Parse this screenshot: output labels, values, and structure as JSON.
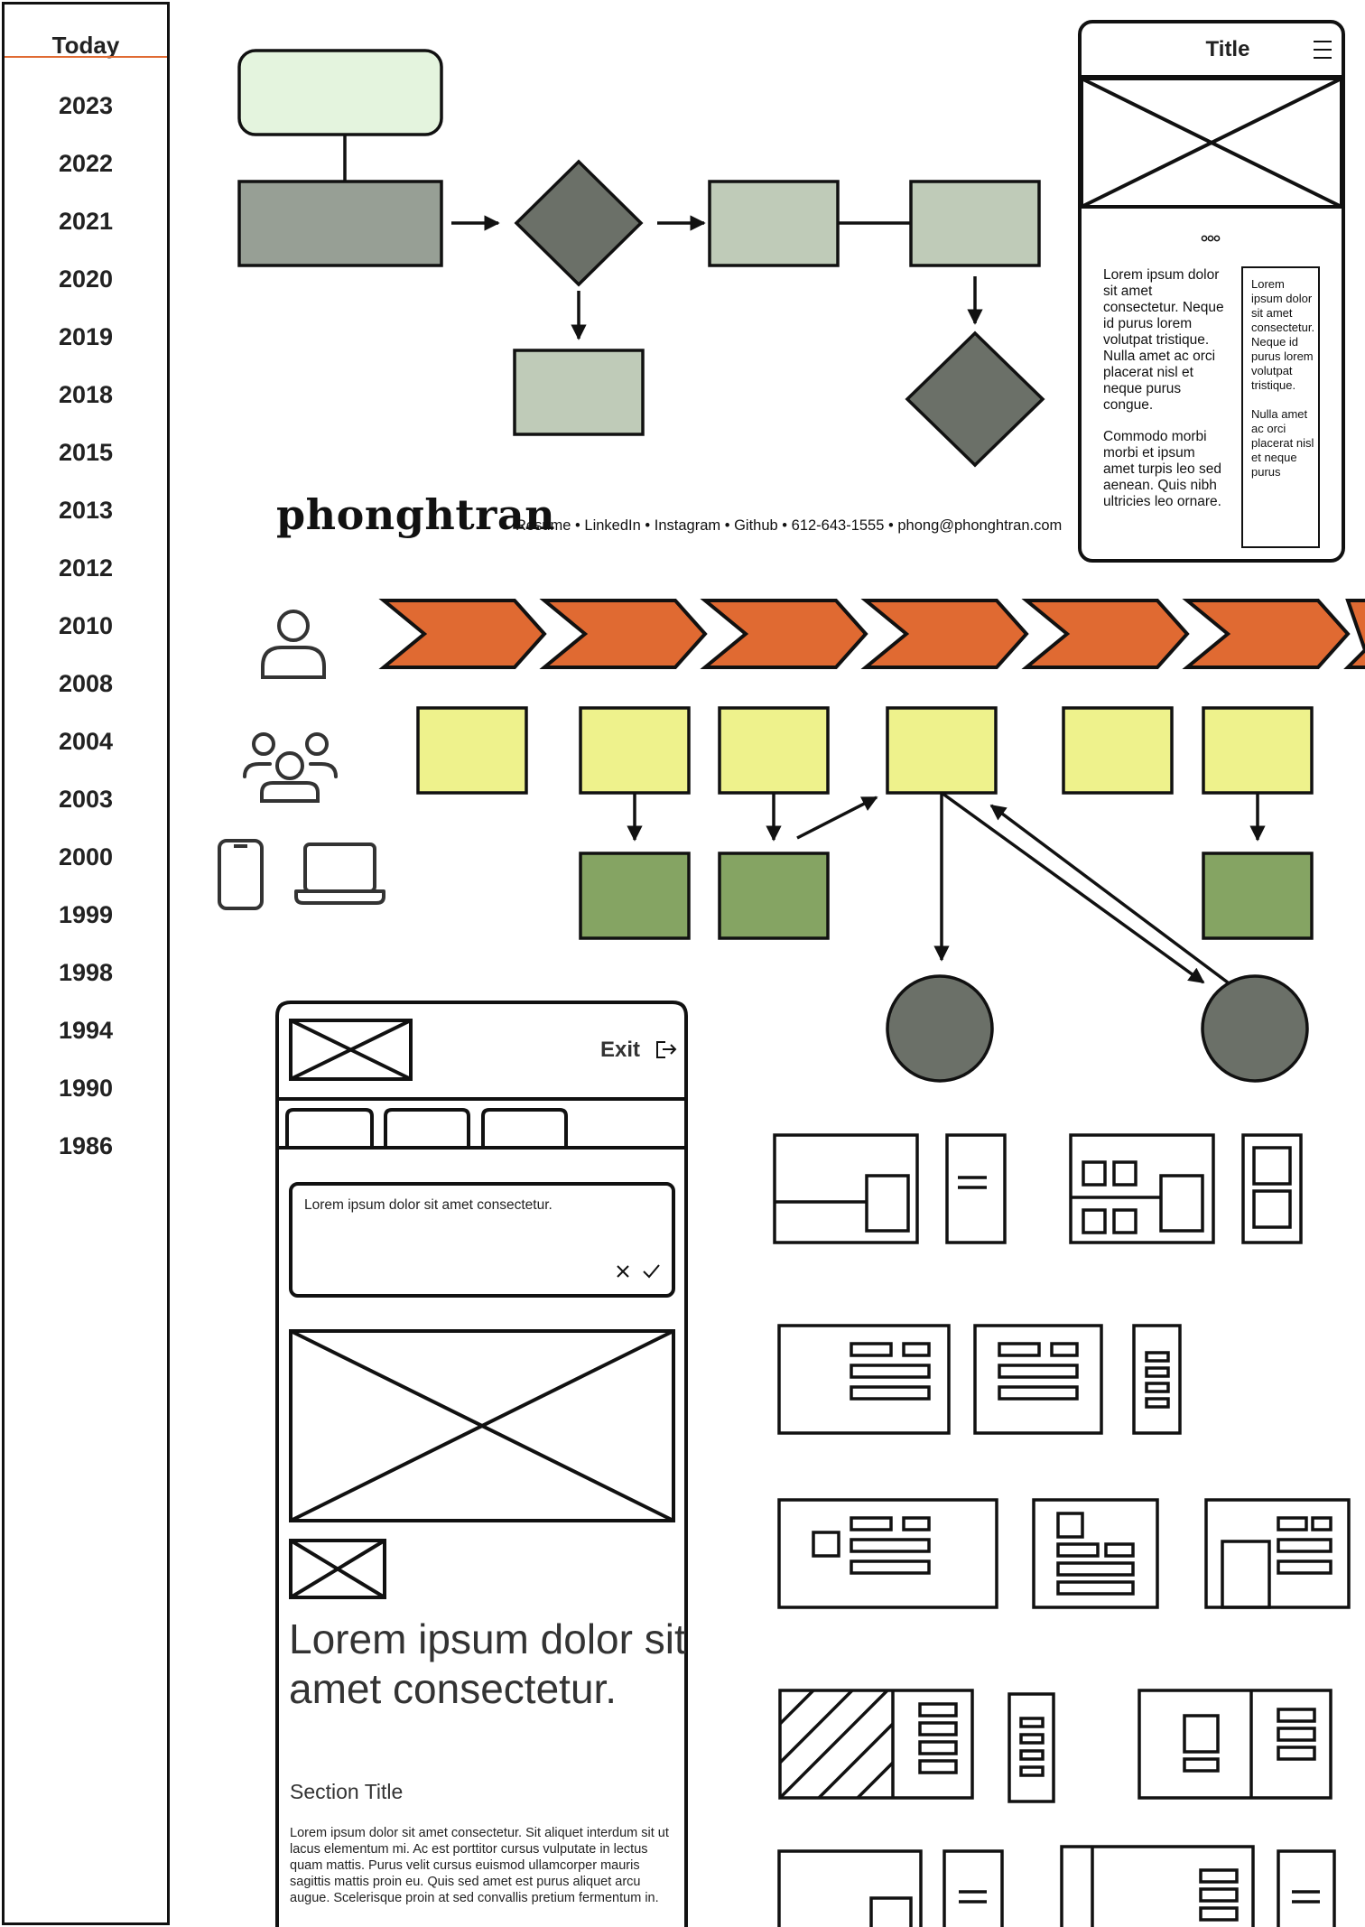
{
  "sidebar": {
    "today": "Today",
    "years": [
      "2023",
      "2022",
      "2021",
      "2020",
      "2019",
      "2018",
      "2015",
      "2013",
      "2012",
      "2010",
      "2008",
      "2004",
      "2003",
      "2000",
      "1999",
      "1998",
      "1994",
      "1990",
      "1986"
    ]
  },
  "brand": {
    "name": "phonghtran",
    "links": [
      "Resume",
      "LinkedIn",
      "Instagram",
      "Github",
      "612-643-1555",
      "phong@phonghtran.com"
    ],
    "separator": " • "
  },
  "mobile_mock": {
    "title": "Title",
    "dots": "ooo",
    "text_primary": "Lorem ipsum dolor sit amet consectetur. Neque id purus lorem volutpat tristique. Nulla amet ac orci placerat nisl et neque purus congue.",
    "text_secondary": "Commodo morbi morbi et ipsum amet turpis leo sed aenean. Quis nibh ultricies leo ornare.",
    "text_narrow": "Lorem ipsum dolor sit amet consectetur. Neque id purus lorem volutpat tristique.",
    "text_narrow2": "Nulla amet ac orci placerat nisl et neque purus"
  },
  "app_mock": {
    "exit_label": "Exit",
    "field_text": "Lorem ipsum dolor sit amet consectetur.",
    "hero_title": "Lorem ipsum dolor sit amet consectetur.",
    "section_title": "Section Title",
    "body_text": "Lorem ipsum dolor sit amet consectetur. Sit aliquet interdum sit ut lacus elementum mi. Ac est porttitor cursus vulputate in lectus quam mattis. Purus velit cursus euismod ullamcorper mauris sagittis mattis proin eu. Quis sed amet est purus aliquet arcu augue. Scelerisque proin at sed convallis pretium fermentum in."
  },
  "icons": [
    "user-icon",
    "group-icon",
    "phone-icon",
    "laptop-icon",
    "menu-icon",
    "exit-icon",
    "close-icon",
    "check-icon"
  ],
  "colors": {
    "terminal_green": "#e4f4de",
    "process_gray": "#979f95",
    "decision_dark": "#6b7068",
    "process_sage": "#bfcbb8",
    "chevron_orange": "#e06a32",
    "note_yellow": "#eef28c",
    "result_green": "#85a463",
    "accent_line": "#e06a32"
  }
}
